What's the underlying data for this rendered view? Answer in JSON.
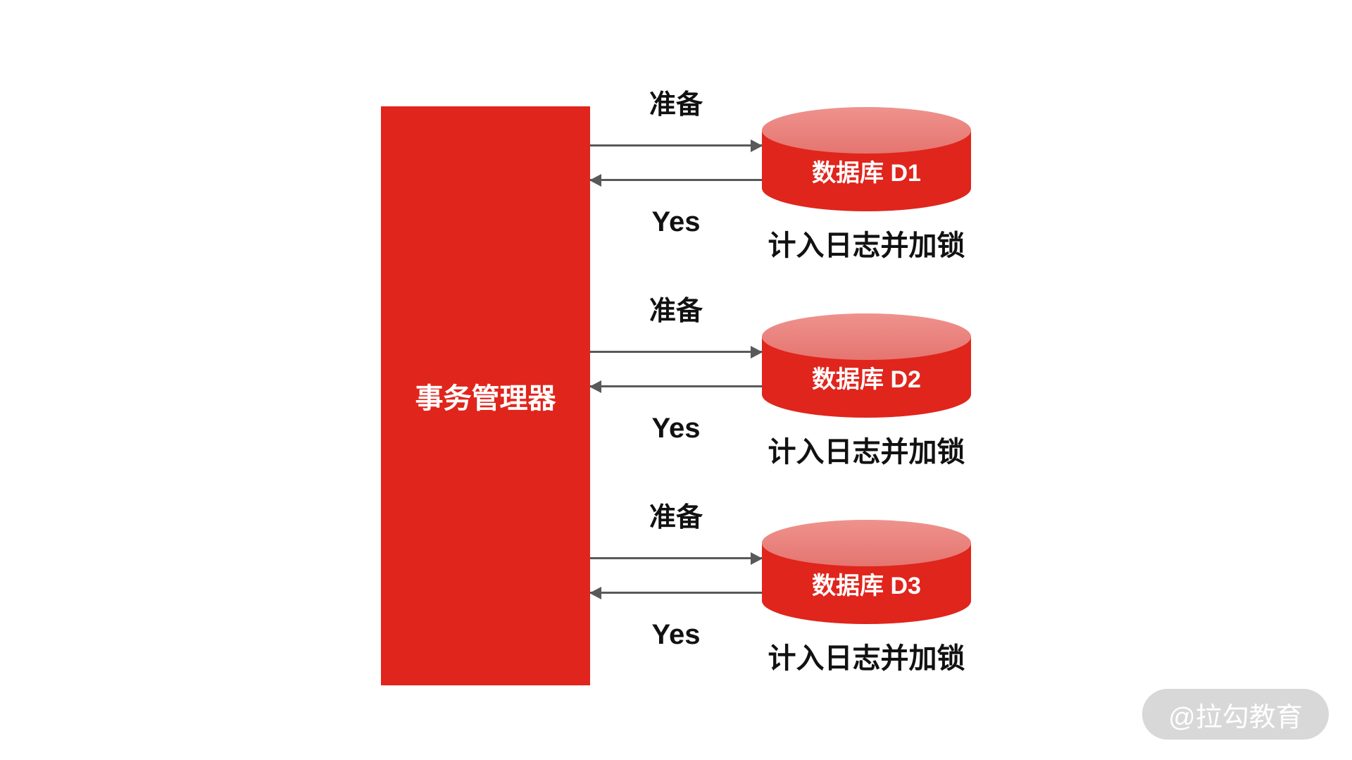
{
  "diagram": {
    "type": "two-phase-commit-prepare-flow",
    "manager": {
      "label": "事务管理器"
    },
    "rows": [
      {
        "prepare_label": "准备",
        "response_label": "Yes",
        "db_label": "数据库 D1",
        "caption": "计入日志并加锁"
      },
      {
        "prepare_label": "准备",
        "response_label": "Yes",
        "db_label": "数据库 D2",
        "caption": "计入日志并加锁"
      },
      {
        "prepare_label": "准备",
        "response_label": "Yes",
        "db_label": "数据库 D3",
        "caption": "计入日志并加锁"
      }
    ],
    "watermark": {
      "text": "@拉勾教育"
    }
  },
  "colors": {
    "red": "#E0251C",
    "cyl_top_light": "#EF928D",
    "cyl_top_dark": "#E57570",
    "arrow": "#58595B",
    "label_text": "#111111",
    "box_text": "#FFFFFF",
    "wm_bg": "#D8D8D8",
    "wm_text": "#FFFFFF",
    "canvas_bg": "#FFFFFF"
  }
}
